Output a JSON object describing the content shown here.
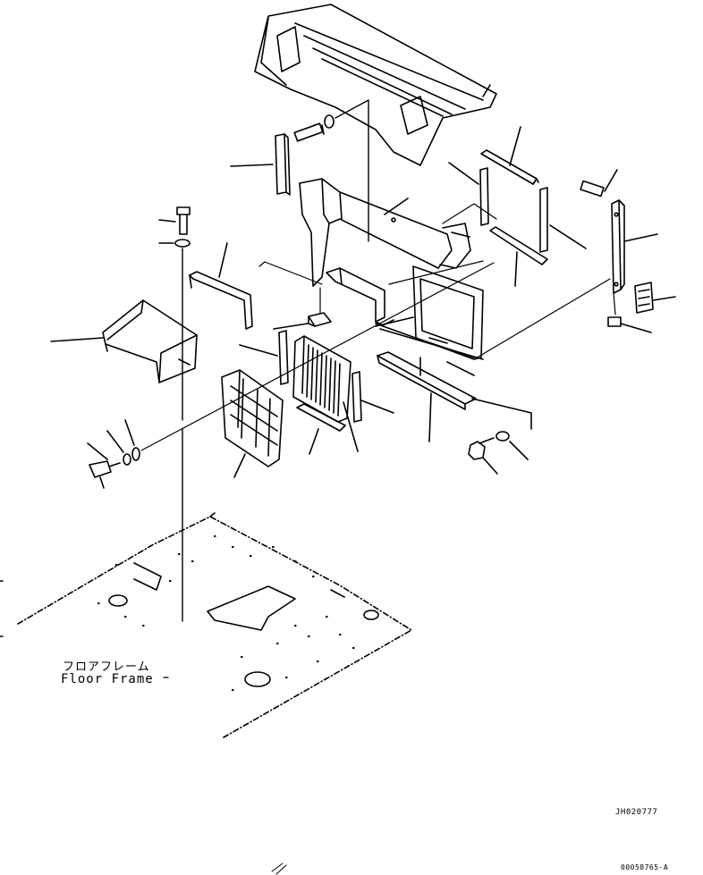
{
  "floor_label_jp": "フロアフレーム",
  "floor_label_en": "Floor Frame",
  "figure_code": "JH020777",
  "sheet_code": "00058765-A",
  "ink_color": "#000000"
}
